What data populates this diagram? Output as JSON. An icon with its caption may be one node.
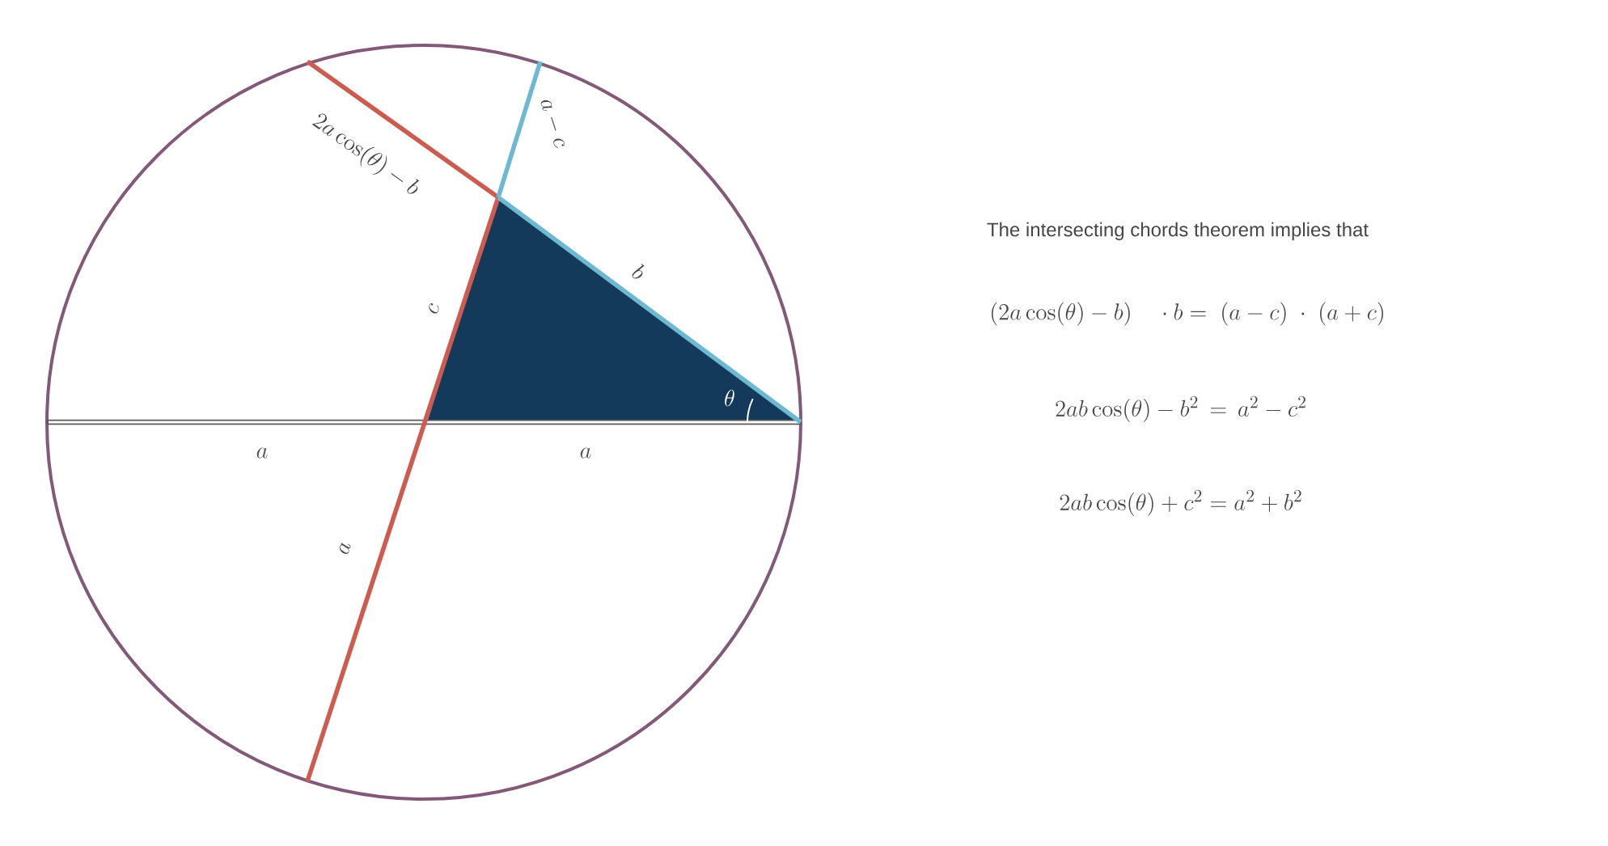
{
  "diagram": {
    "labels": [
      "2a\\cos(\\theta) - b",
      "a - c",
      "The intersecting chords theorem implies that",
      "b",
      "c",
      "(2a\\cos(\\theta) - b) \\quad \\cdot b = \\; (a - c) \\;\\cdot\\; (a + c)",
      "\\theta",
      "2ab\\cos(\\theta) - b^2 \\,=\\, a^2 - c^2",
      "a",
      "a",
      "2ab\\cos(\\theta) + c^2 = a^2 + b^2",
      "a"
    ]
  }
}
